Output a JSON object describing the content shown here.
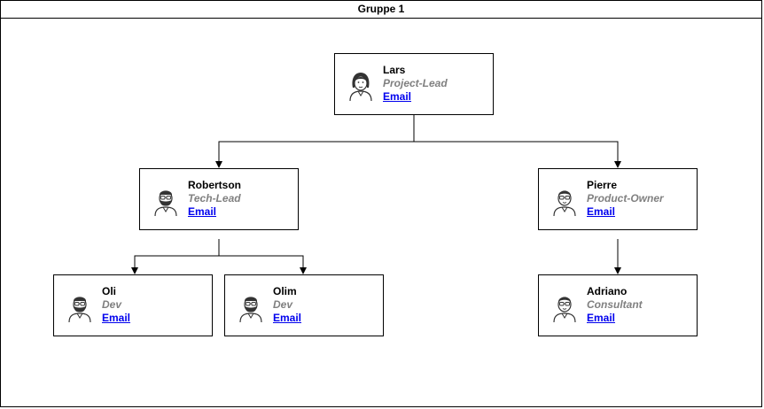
{
  "group": {
    "title": "Gruppe 1"
  },
  "people": [
    {
      "name": "Lars",
      "role": "Project-Lead",
      "email_label": "Email",
      "avatar": "female-avatar-icon"
    },
    {
      "name": "Robertson",
      "role": "Tech-Lead",
      "email_label": "Email",
      "avatar": "bearded-male-avatar-icon"
    },
    {
      "name": "Pierre",
      "role": "Product-Owner",
      "email_label": "Email",
      "avatar": "male-avatar-icon"
    },
    {
      "name": "Oli",
      "role": "Dev",
      "email_label": "Email",
      "avatar": "bearded-male-avatar-icon"
    },
    {
      "name": "Olim",
      "role": "Dev",
      "email_label": "Email",
      "avatar": "bearded-male-avatar-icon"
    },
    {
      "name": "Adriano",
      "role": "Consultant",
      "email_label": "Email",
      "avatar": "male-avatar-icon"
    }
  ],
  "reports_to": [
    {
      "from": "Lars",
      "to": "Robertson"
    },
    {
      "from": "Lars",
      "to": "Pierre"
    },
    {
      "from": "Robertson",
      "to": "Oli"
    },
    {
      "from": "Robertson",
      "to": "Olim"
    },
    {
      "from": "Pierre",
      "to": "Adriano"
    }
  ],
  "colors": {
    "border": "#000000",
    "role_text": "#808080",
    "link": "#0000ee",
    "icon_stroke": "#333333"
  }
}
